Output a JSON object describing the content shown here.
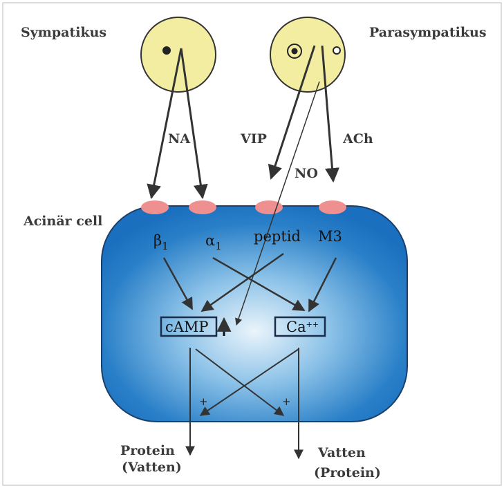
{
  "labels": {
    "sympathetic": "Sympatikus",
    "parasympathetic": "Parasympatikus",
    "acinar_cell": "Acinär cell",
    "na": "NA",
    "vip": "VIP",
    "ach": "ACh",
    "no": "NO",
    "receptors": {
      "beta": "β",
      "beta_sub": "1",
      "alpha": "α",
      "alpha_sub": "1",
      "peptide": "peptid",
      "m3": "M3"
    },
    "camp": "cAMP",
    "calcium": "Ca",
    "calcium_sup": "++",
    "plus": "+",
    "protein": "Protein",
    "protein_sub": "(Vatten)",
    "water": "Vatten",
    "water_sub": "(Protein)"
  },
  "colors": {
    "neuron_fill": "#f3eda2",
    "cell_dark": "#1a6fbe",
    "cell_light": "#eaf4fb",
    "receptor": "#ee8f90",
    "arrow": "#333333"
  }
}
